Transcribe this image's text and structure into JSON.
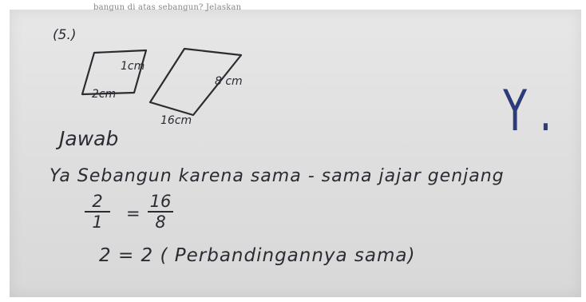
{
  "header_text": "bangun di atas sebangun? Jelaskan",
  "problem": {
    "number": "(5.)",
    "small_shape": {
      "side_label": "1cm",
      "base_label": "2cm"
    },
    "large_shape": {
      "side_label": "8 cm",
      "base_label": "16cm"
    },
    "check_mark": "Y ."
  },
  "answer": {
    "heading": "Jawab",
    "statement": "Ya Sebangun karena sama - sama jajar genjang",
    "fraction_left": {
      "numerator": "2",
      "denominator": "1"
    },
    "fraction_right": {
      "numerator": "16",
      "denominator": "8"
    },
    "equals_sign": "=",
    "conclusion": "2 = 2 ( Perbandingannya sama)"
  }
}
